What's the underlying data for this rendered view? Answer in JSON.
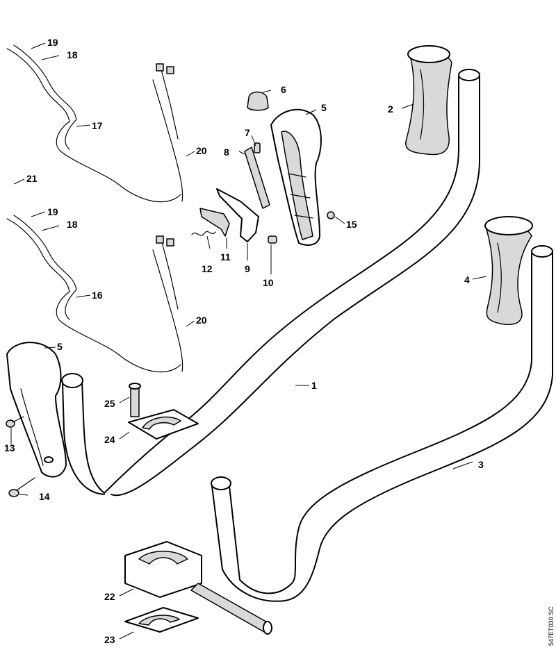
{
  "figure_code": "547ET030 SC",
  "callouts": {
    "c1": "1",
    "c2": "2",
    "c3": "3",
    "c4": "4",
    "c5a": "5",
    "c5b": "5",
    "c6": "6",
    "c7": "7",
    "c8": "8",
    "c9": "9",
    "c10": "10",
    "c11": "11",
    "c12": "12",
    "c13": "13",
    "c14": "14",
    "c15": "15",
    "c16": "16",
    "c17": "17",
    "c18a": "18",
    "c18b": "18",
    "c19a": "19",
    "c19b": "19",
    "c20a": "20",
    "c20b": "20",
    "c21": "21",
    "c22": "22",
    "c23": "23",
    "c24": "24",
    "c25": "25"
  }
}
